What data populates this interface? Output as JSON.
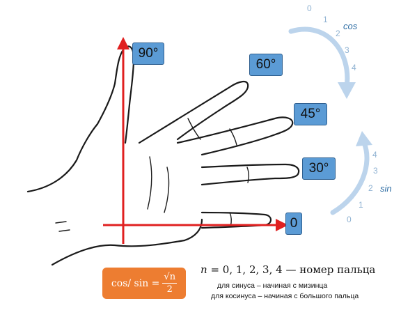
{
  "angles": {
    "a90": "90°",
    "a60": "60°",
    "a45": "45°",
    "a30": "30°",
    "a0": "0"
  },
  "cos_scale": {
    "label": "cos",
    "numbers": [
      "0",
      "1",
      "2",
      "3",
      "4"
    ]
  },
  "sin_scale": {
    "label": "sin",
    "numbers": [
      "4",
      "3",
      "2",
      "1",
      "0"
    ]
  },
  "formula": {
    "left": "cos/ sin =",
    "numerator": "√n",
    "denominator": "2"
  },
  "legend": {
    "n_var": "n",
    "n_values": "= 0, 1, 2, 3, 4",
    "n_desc": "— номер пальца",
    "sine_note": "для синуса  – начиная с мизинца",
    "cosine_note": "для косинуса – начиная с большого пальца"
  },
  "colors": {
    "axis": "#e02020",
    "badge": "#5b9bd5",
    "arc": "#bcd4ec",
    "formula_box": "#ed7d31"
  }
}
